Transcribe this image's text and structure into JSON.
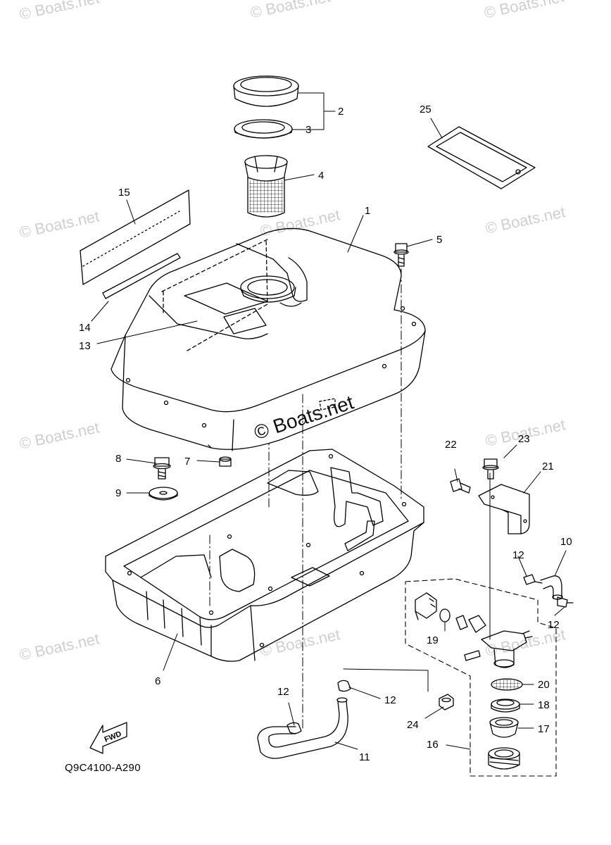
{
  "watermark": "© Boats.net",
  "diagram_code": "Q9C4100-A290",
  "fwd_label": "FWD",
  "callouts": {
    "c1": "1",
    "c2": "2",
    "c3": "3",
    "c4": "4",
    "c5": "5",
    "c6": "6",
    "c7": "7",
    "c8": "8",
    "c9": "9",
    "c10": "10",
    "c11": "11",
    "c12a": "12",
    "c12b": "12",
    "c12c": "12",
    "c12d": "12",
    "c13": "13",
    "c14": "14",
    "c15": "15",
    "c16": "16",
    "c17": "17",
    "c18": "18",
    "c19": "19",
    "c20": "20",
    "c21": "21",
    "c22": "22",
    "c23": "23",
    "c24": "24",
    "c25": "25"
  }
}
